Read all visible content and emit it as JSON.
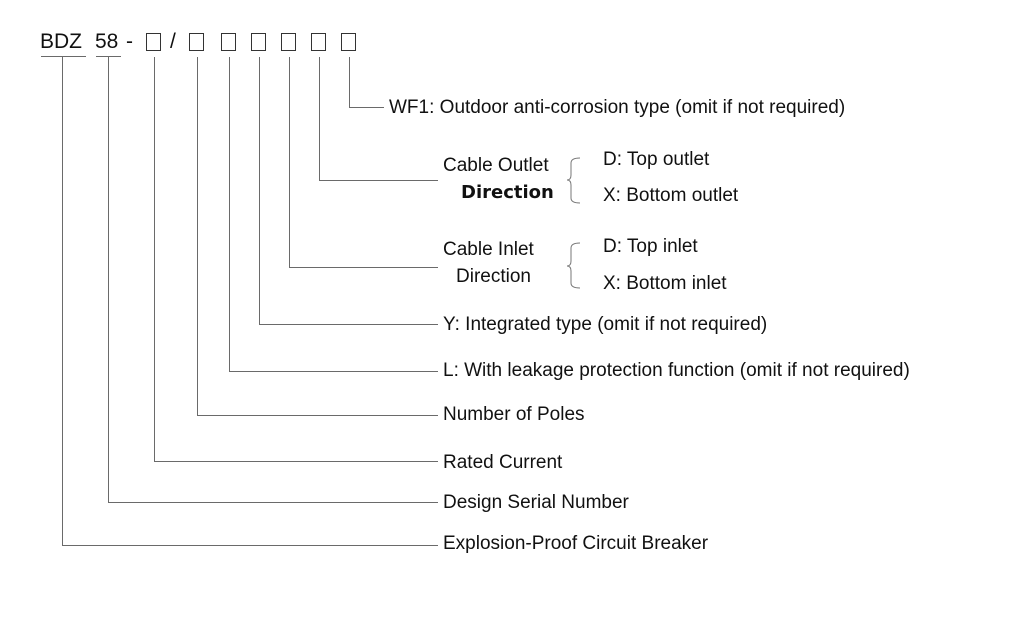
{
  "model": {
    "prefix": "BDZ",
    "series": "58",
    "dash": "-",
    "slash": "/"
  },
  "legend": {
    "wf1": "WF1: Outdoor anti-corrosion type (omit if not required)",
    "cable_outlet": {
      "label_line1": "Cable Outlet",
      "label_line2": "Direction",
      "opt_d": "D:  Top outlet",
      "opt_x": "X:  Bottom outlet"
    },
    "cable_inlet": {
      "label_line1": "Cable Inlet",
      "label_line2": "Direction",
      "opt_d": "D:  Top inlet",
      "opt_x": "X:  Bottom inlet"
    },
    "integrated": "Y: Integrated type (omit if not required)",
    "leakage": "L: With leakage protection function (omit if not required)",
    "poles": "Number of Poles",
    "rated_current": "Rated Current",
    "design_serial": "Design Serial Number",
    "breaker": "Explosion-Proof Circuit Breaker"
  }
}
